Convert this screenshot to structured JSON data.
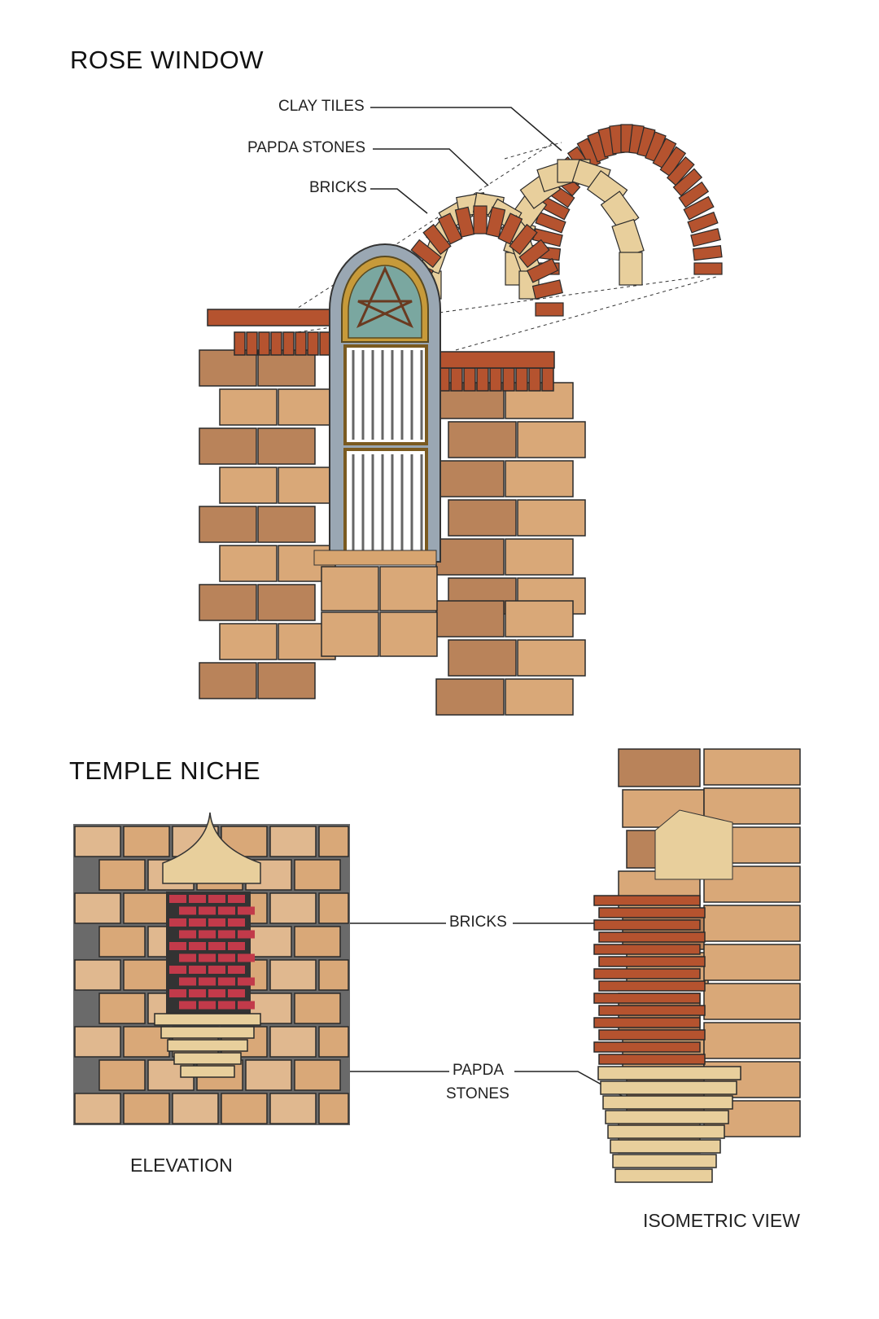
{
  "sections": {
    "rose_window": {
      "title": "ROSE WINDOW",
      "labels": {
        "clay_tiles": "CLAY TILES",
        "papda_stones": "PAPDA STONES",
        "bricks": "BRICKS"
      }
    },
    "temple_niche": {
      "title": "TEMPLE NICHE",
      "labels": {
        "bricks": "BRICKS",
        "papda_line1": "PAPDA",
        "papda_line2": "STONES"
      },
      "views": {
        "elevation": "ELEVATION",
        "isometric": "ISOMETRIC VIEW"
      }
    }
  },
  "colors": {
    "sandstone": "#d9a878",
    "sandstone_dark": "#b9835a",
    "brick": "#b5532f",
    "papda": "#e8cf9c",
    "frame": "#9aa7b3",
    "niche_brick": "#c23a4a",
    "mortar": "#555555"
  }
}
